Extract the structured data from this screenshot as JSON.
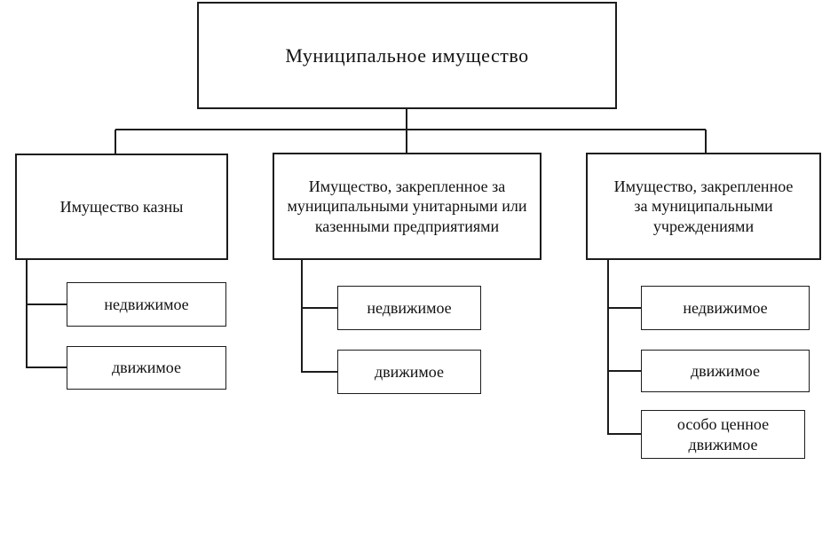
{
  "diagram": {
    "title": "Муниципальное имущество",
    "root": {
      "label": "Муниципальное имущество"
    },
    "branches": [
      {
        "label": "Имущество казны",
        "children": [
          "недвижимое",
          "движимое"
        ]
      },
      {
        "label": "Имущество, закрепленное за муниципальными унитарными или казенными предприятиями",
        "children": [
          "недвижимое",
          "движимое"
        ]
      },
      {
        "label": "Имущество, закрепленное за муниципальными учреждениями",
        "children": [
          "недвижимое",
          "движимое",
          "особо ценное движимое"
        ]
      }
    ],
    "colors": {
      "line": "#1c1c1c",
      "box_border": "#1c1c1c",
      "background": "#ffffff",
      "text": "#111111"
    }
  }
}
